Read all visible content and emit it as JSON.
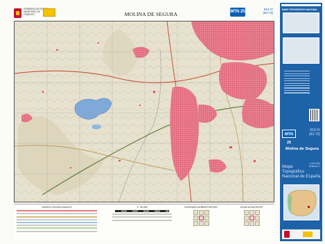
{
  "header": {
    "title": "MOLINA DE SEGURA",
    "government": "GOBIERNO DE ESPAÑA",
    "ministry": "MINISTERIO DE FOMENTO",
    "series_logo": "MTN 25",
    "sheet_number": "912-IV",
    "sheet_grid": "(92-73)"
  },
  "legend": {
    "conventional_signs_title": "SIGNOS CONVENCIONALES",
    "scale": "1 : 25 000",
    "admin_divisions_title": "DIVISIONES ADMINISTRATIVAS",
    "adjacent_sheets_title": "HOJAS ADYACENTES"
  },
  "side_panel": {
    "heading": "MAPA TOPOGRÁFICO NACIONAL",
    "series_logo": "MTN 25",
    "sheet_number": "912-IV",
    "sheet_grid": "(92-73)",
    "sheet_name": "Molina de Segura",
    "scale": "1:25 000",
    "scale_note": "Edición 1",
    "series_line1": "Mapa",
    "series_line2": "Topográfico",
    "series_line3": "Nacional de España"
  },
  "colors": {
    "urban": "#e0556a",
    "water": "#7fa9d9",
    "terrain": "#e9e6d6",
    "panel": "#1e62a8"
  }
}
